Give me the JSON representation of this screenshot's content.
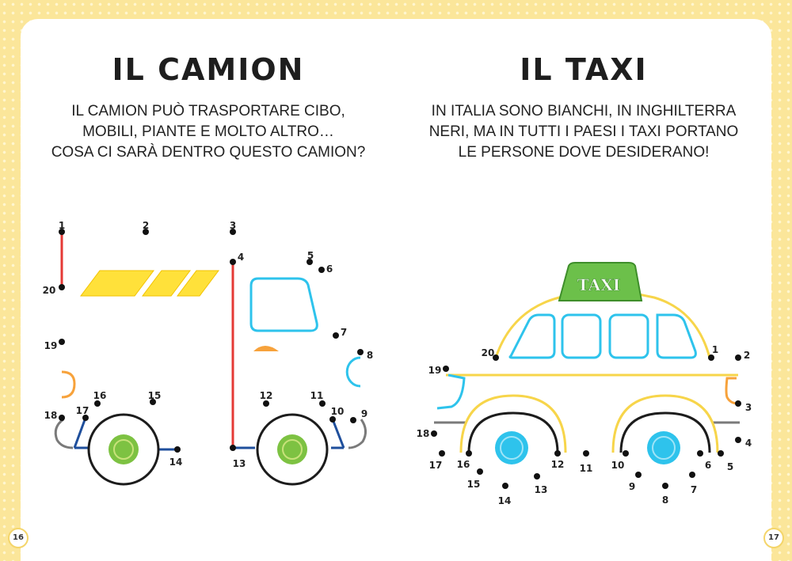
{
  "left_page": {
    "title": "IL CAMION",
    "description": [
      "IL CAMION PUÒ TRASPORTARE CIBO,",
      "MOBILI, PIANTE E MOLTO ALTRO…",
      "COSA CI SARÀ DENTRO QUESTO CAMION?"
    ],
    "page_number": "16",
    "dot_labels": [
      "1",
      "2",
      "3",
      "4",
      "5",
      "6",
      "7",
      "8",
      "9",
      "10",
      "11",
      "12",
      "13",
      "14",
      "15",
      "16",
      "17",
      "18",
      "19",
      "20"
    ]
  },
  "right_page": {
    "title": "IL TAXI",
    "description": [
      "IN ITALIA SONO BIANCHI, IN INGHILTERRA",
      "NERI, MA IN TUTTI I PAESI I TAXI PORTANO",
      "LE PERSONE DOVE DESIDERANO!"
    ],
    "taxi_sign": "TAXI",
    "page_number": "17",
    "dot_labels": [
      "1",
      "2",
      "3",
      "4",
      "5",
      "6",
      "7",
      "8",
      "9",
      "10",
      "11",
      "12",
      "13",
      "14",
      "15",
      "16",
      "17",
      "18",
      "19",
      "20"
    ]
  },
  "colors": {
    "border_yellow": "#fbe69a",
    "truck_stripes": "#ffe13a",
    "window_blue": "#2ec3ec",
    "wheel_green": "#7dc242",
    "taxi_yellow": "#f7d54a",
    "sign_green": "#6cc04a",
    "red_line": "#e53935",
    "orange": "#f7a23b",
    "navy": "#1f4f9c"
  }
}
